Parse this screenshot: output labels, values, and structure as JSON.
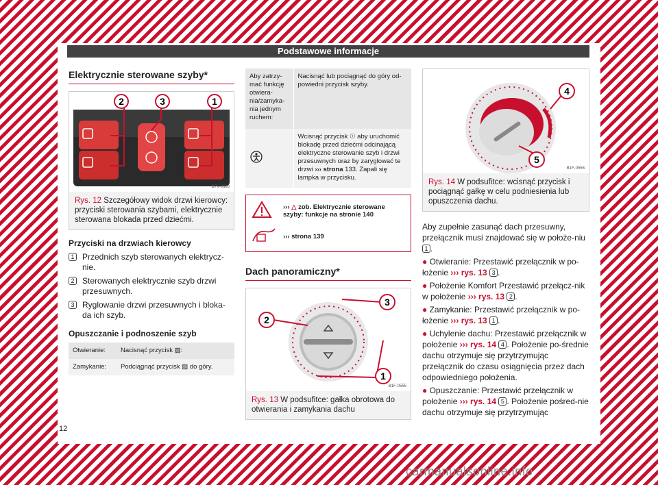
{
  "header": {
    "title": "Podstawowe informacje"
  },
  "col1": {
    "section_title": "Elektrycznie sterowane szyby*",
    "fig12": {
      "code": "B7V-0683",
      "caption_ref": "Rys. 12",
      "caption_text": " Szczegółowy widok drzwi kierowcy: przyciski sterowania szybami, elektrycznie sterowana blokada przed dziećmi.",
      "callouts": [
        "2",
        "3",
        "1"
      ]
    },
    "driver_buttons": {
      "title": "Przyciski na drzwiach kierowcy",
      "items": [
        {
          "n": "1",
          "text": "Przednich szyb sterowanych elektrycz-nie."
        },
        {
          "n": "2",
          "text": "Sterowanych elektrycznie szyb drzwi przesuwnych."
        },
        {
          "n": "3",
          "text": "Ryglowanie drzwi przesuwnych i bloka-da ich szyb."
        }
      ]
    },
    "open_close": {
      "title": "Opuszczanie i podnoszenie szyb",
      "rows": [
        {
          "label": "Otwieranie:",
          "text": "Nacisnąć przycisk",
          "tail": ":"
        },
        {
          "label": "Zamykanie:",
          "text": "Podciągnąć przycisk",
          "tail": " do góry."
        }
      ]
    }
  },
  "col2": {
    "table": {
      "row1_label": "Aby zatrzy-mać funkcję otwiera-nia/zamyka-nia jednym ruchem:",
      "row1_text": "Nacisnąć lub pociągnąć do góry od-powiedni przycisk szyby.",
      "row2_text": "Wcisnąć przycisk",
      "row2_text_b": "aby uruchomić blokadę przed dziećmi odcinającą elektryczne sterowanie szyb i drzwi przesuwnych oraz by zaryglować te drzwi",
      "row2_arrows": "›››",
      "row2_ref": "strona",
      "row2_ref_page": "133",
      "row2_text_c": ". Zapali się lampka w przycisku."
    },
    "warning": {
      "line1_arrows": "›››",
      "line1_text": "zob. Elektrycznie sterowane szyby: funkcje na stronie 140",
      "line2_arrows": "›››",
      "line2_text": "strona 139"
    },
    "section_title": "Dach panoramiczny*",
    "fig13": {
      "code": "B1F-0555",
      "caption_ref": "Rys. 13",
      "caption_text": " W podsufitce: gałka obrotowa do otwierania i zamykania dachu",
      "callouts": [
        "3",
        "2",
        "1"
      ]
    }
  },
  "col3": {
    "fig14": {
      "code": "B1F-0556",
      "caption_ref": "Rys. 14",
      "caption_text": " W podsufitce: wcisnąć przycisk i pociągnąć gałkę w celu podniesienia lub opuszczenia dachu.",
      "callouts": [
        "4",
        "5"
      ]
    },
    "intro_a": "Aby zupełnie zasunąć dach przesuwny, przełącznik musi znajdować się w położe-niu",
    "intro_n": "1",
    "intro_b": ".",
    "bullets": [
      {
        "a": "Otwieranie: Przestawić przełącznik w po-łożenie",
        "ref": "››› rys. 13",
        "n": "3",
        "b": "."
      },
      {
        "a": "Położenie Komfort Przestawić przełącz-nik w położenie",
        "ref": "››› rys. 13",
        "n": "2",
        "b": "."
      },
      {
        "a": "Zamykanie: Przestawić przełącznik w po-łożenie",
        "ref": "››› rys. 13",
        "n": "1",
        "b": "."
      },
      {
        "a": "Uchylenie dachu: Przestawić przełącznik w położenie",
        "ref": "››› rys. 14",
        "n": "4",
        "b": ". Położenie po-średnie dachu otrzymuje się przytrzymując przełącznik do czasu osiągnięcia przez dach odpowiedniego położenia."
      },
      {
        "a": "Opuszczanie: Przestawić przełącznik w położenie",
        "ref": "››› rys. 14",
        "n": "5",
        "b": ". Położenie pośred-nie dachu otrzymuje się przytrzymując"
      }
    ]
  },
  "footer": {
    "page_number": "12",
    "watermark": "carmanualsonline.info"
  },
  "colors": {
    "accent": "#c8102e",
    "header_bg": "#414042"
  }
}
